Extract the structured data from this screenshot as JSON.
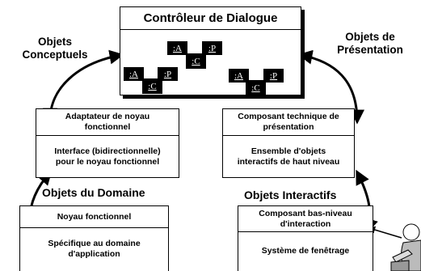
{
  "controller": {
    "title": "Contrôleur de Dialogue"
  },
  "pac": {
    "a": ":A",
    "c": ":C",
    "p": ":P"
  },
  "labels": {
    "conceptual": [
      "Objets",
      "Conceptuels"
    ],
    "presentation": [
      "Objets de",
      "Présentation"
    ]
  },
  "left_mid": {
    "top": [
      "Adaptateur de noyau",
      "fonctionnel"
    ],
    "bottom": [
      "Interface (bidirectionnelle)",
      "pour le noyau fonctionnel"
    ]
  },
  "right_mid": {
    "top": [
      "Composant technique de",
      "présentation"
    ],
    "bottom": [
      "Ensemble d'objets",
      "interactifs de haut niveau"
    ]
  },
  "domain": {
    "heading": "Objets du Domaine",
    "top": "Noyau fonctionnel",
    "bottom": [
      "Spécifique au domaine",
      "d'application"
    ]
  },
  "interactive": {
    "heading": "Objets Interactifs",
    "top": [
      "Composant bas-niveau",
      "d'interaction"
    ],
    "bottom": "Système de fenêtrage"
  }
}
